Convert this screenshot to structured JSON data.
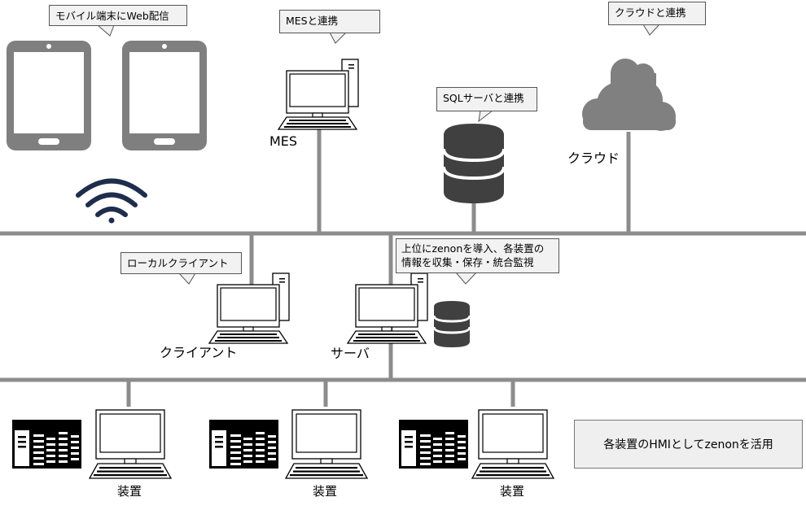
{
  "callouts": {
    "mobile": "モバイル端末にWeb配信",
    "mes": "MESと連携",
    "cloud": "クラウドと連携",
    "sql": "SQLサーバと連携",
    "local": "ローカルクライアント",
    "server_line1": "上位にzenonを導入、各装置の",
    "server_line2": "情報を収集・保存・統合監視"
  },
  "labels": {
    "mes": "MES",
    "cloud": "クラウド",
    "client": "クライアント",
    "server": "サーバ",
    "device_1": "装置",
    "device_2": "装置",
    "device_3": "装置"
  },
  "note": "各装置のHMIとしてzenonを活用",
  "colors": {
    "network_line": "#8c8c8c",
    "device_gray": "#7f7f7f",
    "database": "#404040",
    "cloud": "#808080",
    "wifi": "#1f2d4d",
    "callout_fill": "#f2f2f2"
  }
}
